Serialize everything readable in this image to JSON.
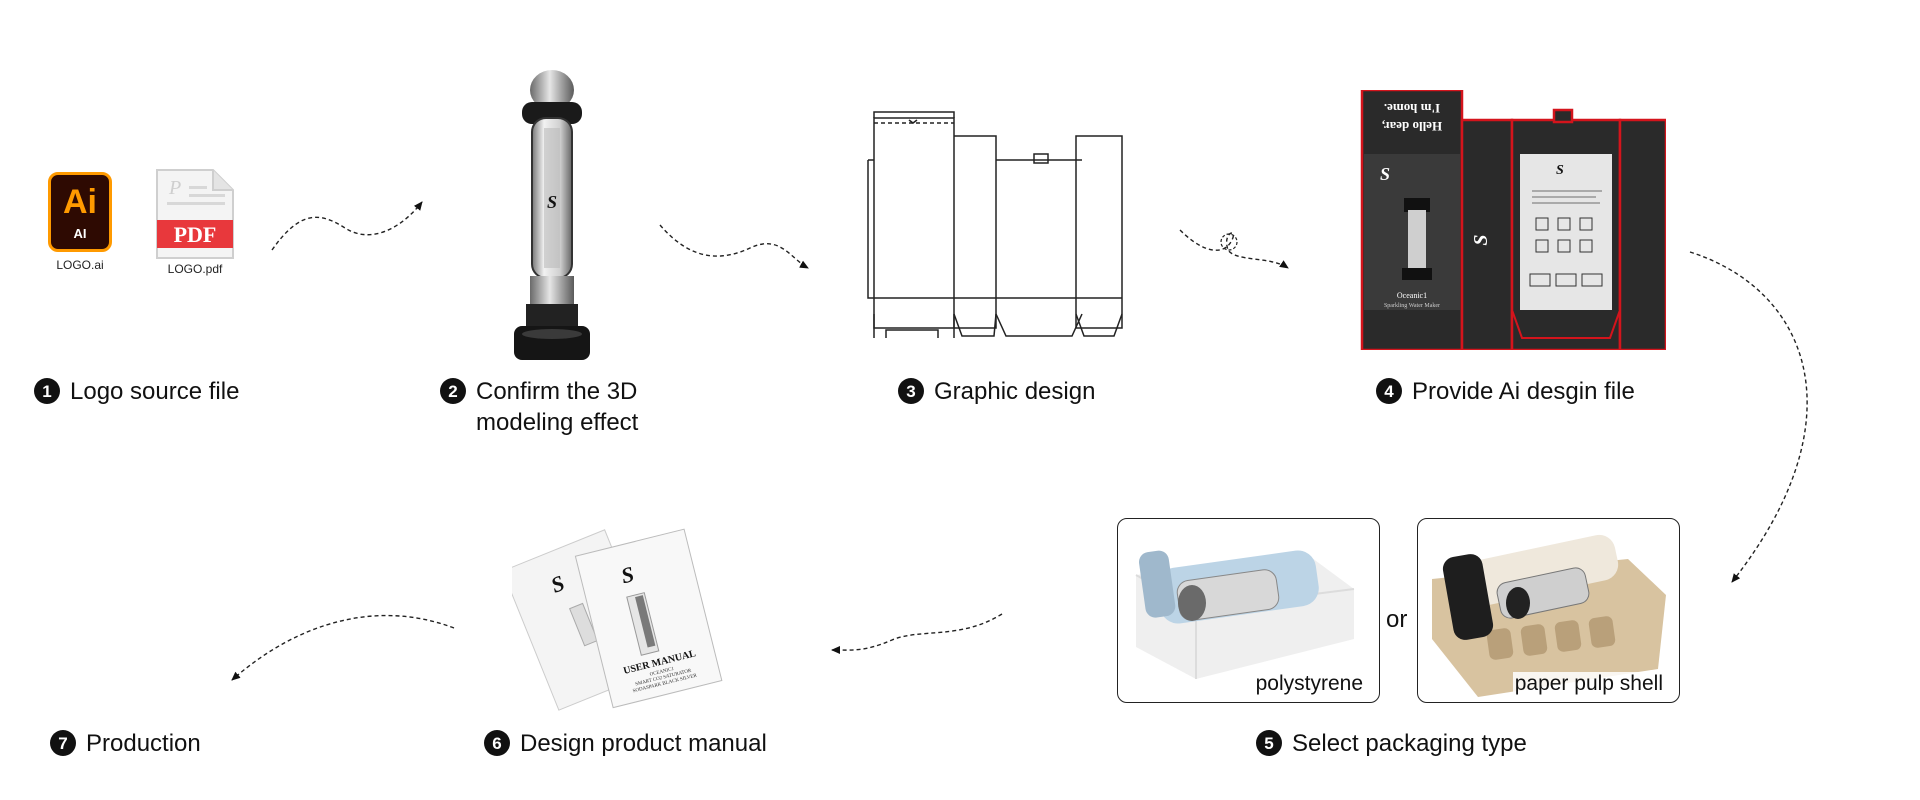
{
  "files": {
    "ai_icon_text": "Ai",
    "ai_icon_subtext": "AI",
    "ai_caption": "LOGO.ai",
    "pdf_icon_text": "PDF",
    "pdf_caption": "LOGO.pdf"
  },
  "steps": [
    {
      "num": "1",
      "lines": [
        "Logo source file"
      ]
    },
    {
      "num": "2",
      "lines": [
        "Confirm the 3D",
        "modeling effect"
      ]
    },
    {
      "num": "3",
      "lines": [
        "Graphic design"
      ]
    },
    {
      "num": "4",
      "lines": [
        "Provide Ai desgin file"
      ]
    },
    {
      "num": "5",
      "lines": [
        "Select packaging type"
      ]
    },
    {
      "num": "6",
      "lines": [
        "Design product manual"
      ]
    },
    {
      "num": "7",
      "lines": [
        "Production"
      ]
    }
  ],
  "packaging": {
    "option_a": "polystyrene",
    "connector": "or",
    "option_b": "paper pulp shell"
  },
  "box_art": {
    "slogan_line1": "Hello dear,",
    "slogan_line2": "I'm home.",
    "product_name": "Oceanic1",
    "product_sub": "Sparkling Water Maker"
  },
  "manual": {
    "title": "USER MANUAL",
    "line1": "OCEANIC1",
    "line2": "SMART CO2 SATURATOR",
    "line3": "SODASPARK BLACK SILVER"
  },
  "colors": {
    "text": "#111111",
    "ai_orange": "#ff9a00",
    "ai_dark": "#2e0a02",
    "pdf_red": "#e8383c",
    "dieline_red": "#d4141c",
    "panel_dark": "#2a2a2a",
    "styrofoam": "#f1f1f1",
    "pulp": "#d8c3a0"
  }
}
